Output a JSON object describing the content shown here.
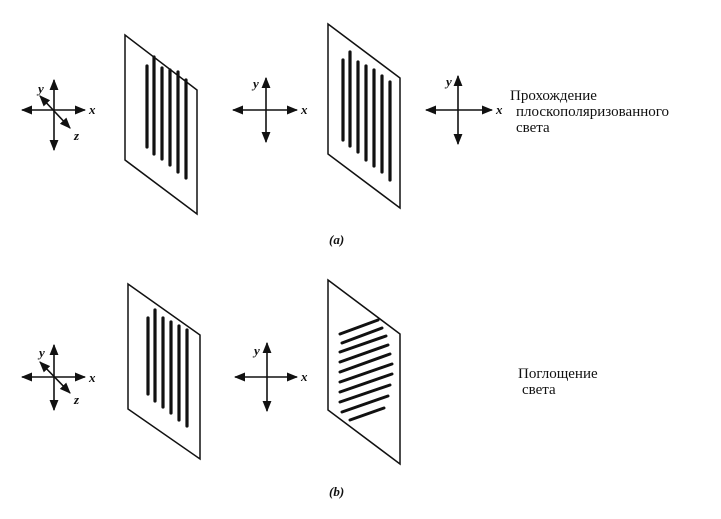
{
  "axis_labels": {
    "x": "x",
    "y": "y",
    "z": "z"
  },
  "panel_a": {
    "label": "(a)",
    "caption_lines": [
      "Прохождение",
      "плоскополяризованного",
      "света"
    ]
  },
  "panel_b": {
    "label": "(b)",
    "caption_lines": [
      "Поглощение",
      "света"
    ]
  }
}
